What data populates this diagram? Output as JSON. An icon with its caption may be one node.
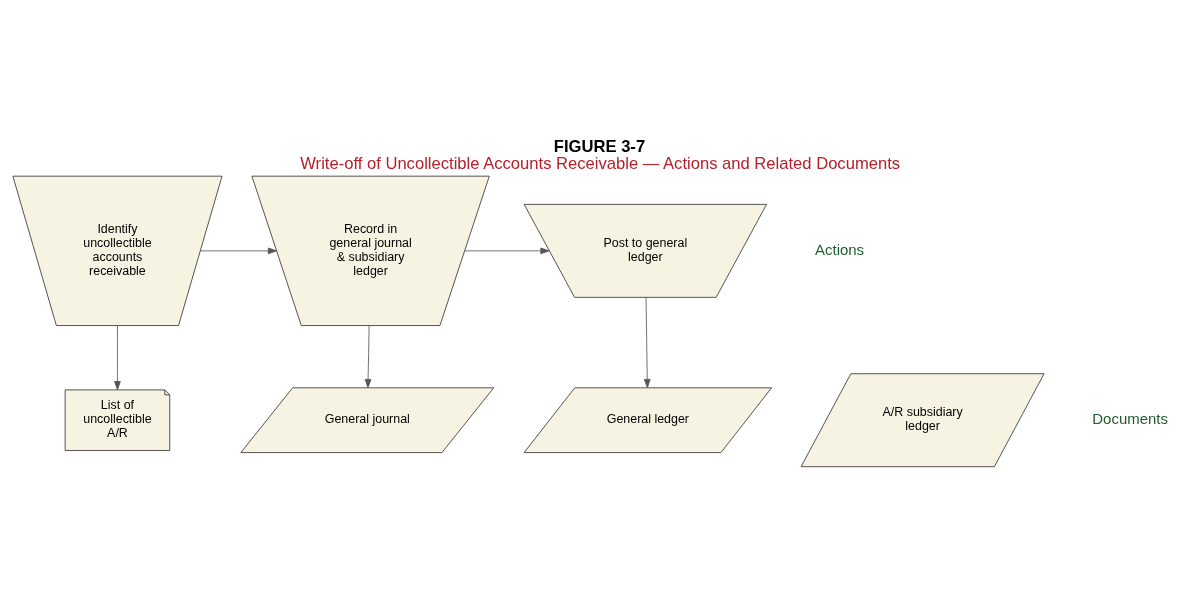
{
  "diagram": {
    "title": "FIGURE 3-7",
    "caption": "Write-off of Uncollectible Accounts Receivable — Actions and Related Documents",
    "nodes": [
      {
        "text": [
          "Identify uncollectible accounts receivable"
        ]
      },
      {
        "text": [
          "Record in general journal & subsidiary ledger"
        ]
      },
      {
        "text": [
          "Post to general ledger"
        ]
      },
      {
        "text": [
          "List of uncollectible A/R"
        ]
      },
      {
        "text": [
          "General journal"
        ]
      },
      {
        "text": [
          "A/R subsidiary ledger"
        ]
      },
      {
        "text": [
          "General ledger"
        ]
      }
    ],
    "edges": [
      {
        "from": 0,
        "to": 1,
        "arrow": "to"
      },
      {
        "from": 1,
        "to": 2,
        "arrow": "to"
      },
      {
        "from": 0,
        "to": 3,
        "arrow": "to"
      },
      {
        "from": 1,
        "to": 4,
        "arrow": "to"
      },
      {
        "from": 2,
        "to": 6,
        "arrow": "to"
      }
    ],
    "labels": [
      "Actions",
      "Documents"
    ]
  }
}
